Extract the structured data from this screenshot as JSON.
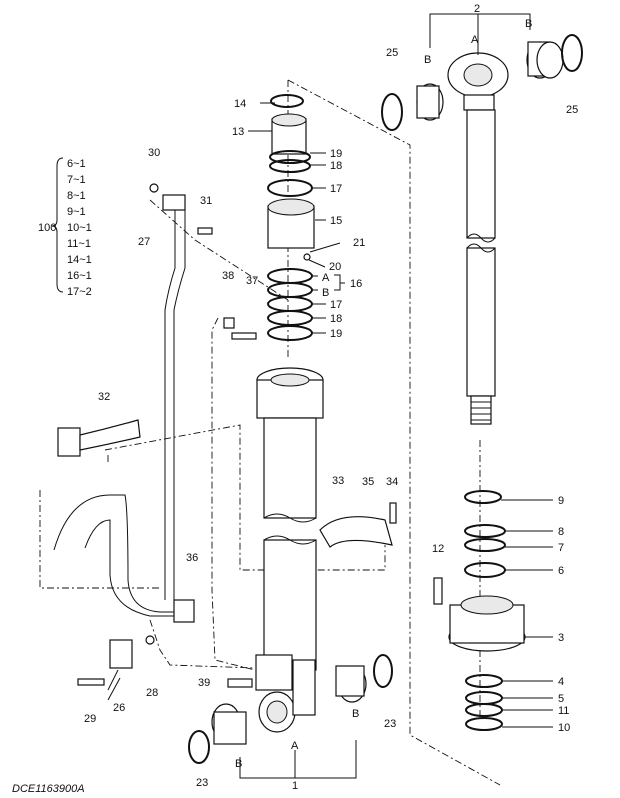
{
  "diagram": {
    "drawing_code": "DCE1163900A",
    "kit_group": {
      "number": "100",
      "items": [
        "6~1",
        "7~1",
        "8~1",
        "9~1",
        "10~1",
        "11~1",
        "14~1",
        "16~1",
        "17~2"
      ]
    },
    "labels": {
      "A": "A",
      "B": "B"
    },
    "callouts": [
      "1",
      "2",
      "3",
      "4",
      "5",
      "6",
      "7",
      "8",
      "9",
      "10",
      "11",
      "12",
      "13",
      "14",
      "15",
      "16",
      "17",
      "18",
      "19",
      "20",
      "21",
      "23",
      "25",
      "26",
      "27",
      "28",
      "29",
      "30",
      "31",
      "32",
      "33",
      "34",
      "35",
      "36",
      "37",
      "38",
      "39"
    ]
  }
}
